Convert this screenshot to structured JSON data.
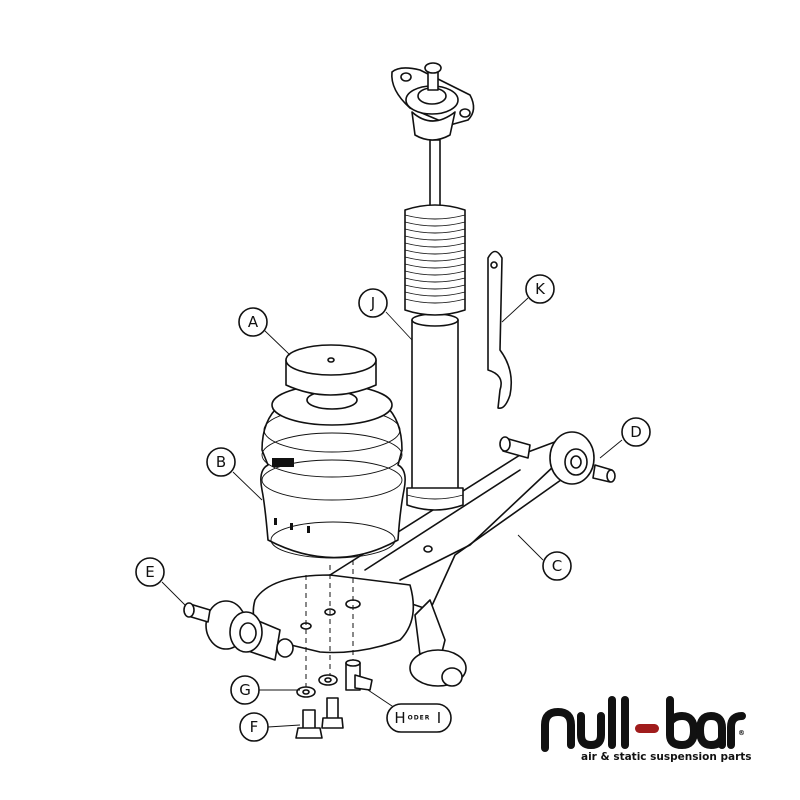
{
  "callouts": {
    "a": "A",
    "b": "B",
    "c": "C",
    "d": "D",
    "e": "E",
    "f": "F",
    "g": "G",
    "h": "H",
    "oder": "ODER",
    "i": "I",
    "j": "J",
    "k": "K"
  },
  "logo": {
    "brand": "null-bar",
    "tagline": "air & static suspension parts",
    "registered": "®",
    "accent_color": "#a01c1c"
  }
}
